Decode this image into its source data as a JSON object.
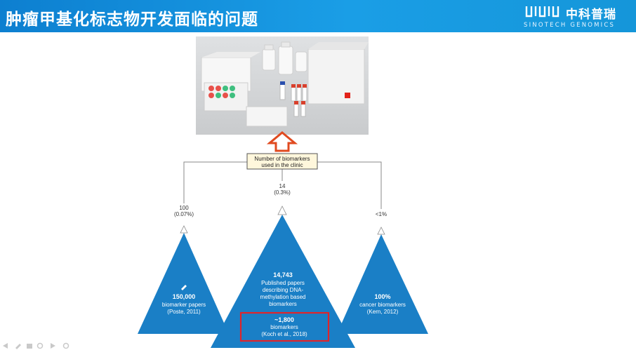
{
  "slide": {
    "title": "肿瘤甲基化标志物开发面临的问题",
    "logo_cn": "中科普瑞",
    "logo_en": "SINOTECH GENOMICS"
  },
  "diagram": {
    "clinic_box": {
      "line1": "Number of biomarkers",
      "line2": "used in the clinic"
    },
    "left": {
      "count": "100",
      "pct": "(0.07%)",
      "line1": "150,000",
      "line2": "biomarker papers",
      "line3": "(Poste, 2011)"
    },
    "center": {
      "count": "14",
      "pct": "(0.3%)",
      "line1": "14,743",
      "line2": "Published papers",
      "line3": "describing DNA-",
      "line4": "methylation based",
      "line5": "biomarkers"
    },
    "right": {
      "pct": "<1%",
      "line1": "100%",
      "line2": "cancer biomarkers",
      "line3": "(Kern, 2012)"
    },
    "highlight": {
      "line1": "~1,800",
      "line2": "biomarkers",
      "line3": "(Koch et al., 2018)"
    }
  },
  "colors": {
    "header": "#1596d9",
    "triangle": "#1a7fc6",
    "highlight_box": "#e0242a",
    "arrow": "#e04a1f",
    "clinic_box_fill": "#fff7dc"
  }
}
